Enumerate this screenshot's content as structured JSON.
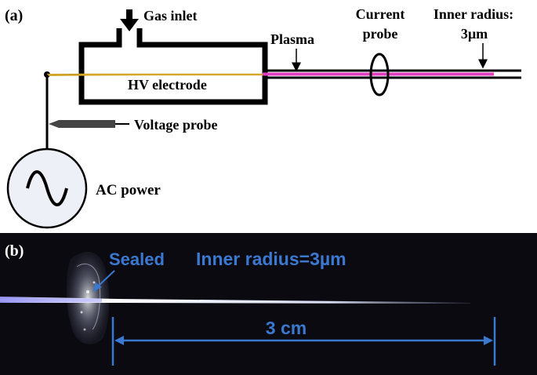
{
  "panel_a": {
    "label": "(a)",
    "gas_inlet": "Gas inlet",
    "plasma": "Plasma",
    "current_probe_line1": "Current",
    "current_probe_line2": "probe",
    "inner_radius_line1": "Inner radius:",
    "inner_radius_line2": "3µm",
    "hv_electrode": "HV electrode",
    "voltage_probe": "Voltage probe",
    "ac_power": "AC power"
  },
  "panel_b": {
    "label": "(b)",
    "sealed": "Sealed",
    "inner_radius": "Inner radius=3µm",
    "scale": "3 cm",
    "annotation_color": "#3b78d0"
  },
  "colors": {
    "electrode": "#d4a62a",
    "plasma": "#e040c0",
    "line": "#000000"
  }
}
